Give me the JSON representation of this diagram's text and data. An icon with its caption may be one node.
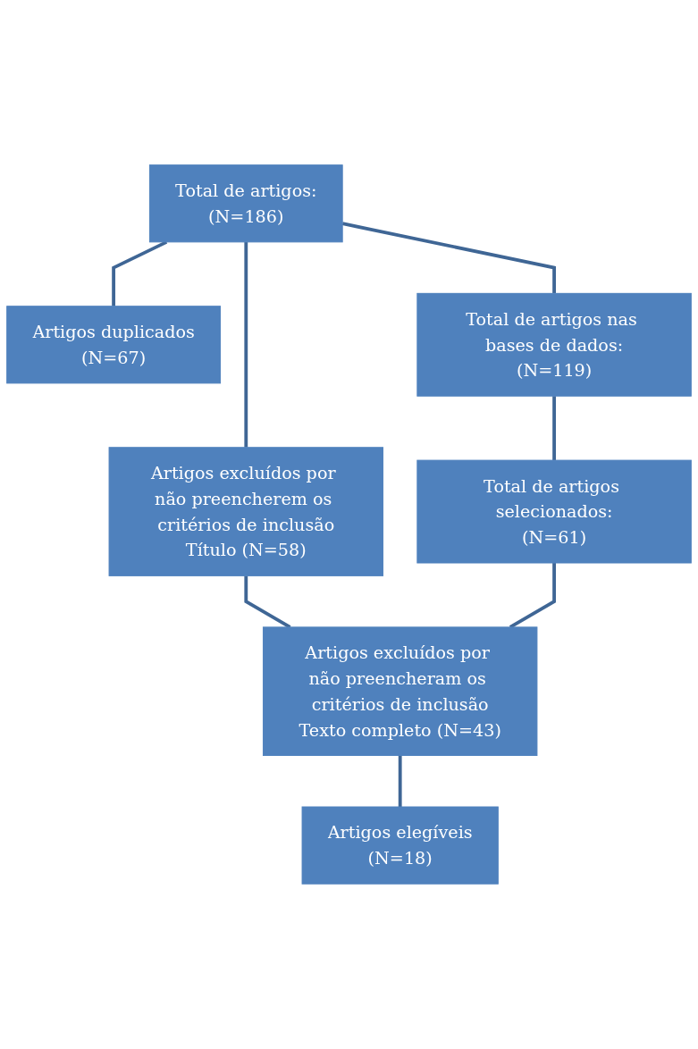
{
  "diagram": {
    "nodes": [
      {
        "text": [
          "Total de artigos:",
          "(N=186)"
        ]
      },
      {
        "text": [
          "Artigos duplicados",
          "(N=67)"
        ]
      },
      {
        "text": [
          "Total de artigos nas bases de dados:",
          "(N=119)"
        ]
      },
      {
        "text": [
          "Artigos excluídos por não preencherem os critérios de inclusão",
          "Título (N=58)"
        ]
      },
      {
        "text": [
          "Total de artigos selecionados:",
          "(N=61)"
        ]
      },
      {
        "text": [
          "Artigos excluídos por não preencheram os critérios de inclusão",
          "Texto completo (N=43)"
        ]
      },
      {
        "text": [
          "Artigos elegíveis",
          "(N=18)"
        ]
      }
    ],
    "edges": [
      {
        "from": 0,
        "to": 1,
        "arrow": "none"
      },
      {
        "from": 0,
        "to": 2,
        "arrow": "none"
      },
      {
        "from": 0,
        "to": 3,
        "arrow": "none"
      },
      {
        "from": 2,
        "to": 4,
        "arrow": "none"
      },
      {
        "from": 3,
        "to": 5,
        "arrow": "none"
      },
      {
        "from": 4,
        "to": 5,
        "arrow": "none"
      },
      {
        "from": 5,
        "to": 6,
        "arrow": "none"
      }
    ]
  }
}
